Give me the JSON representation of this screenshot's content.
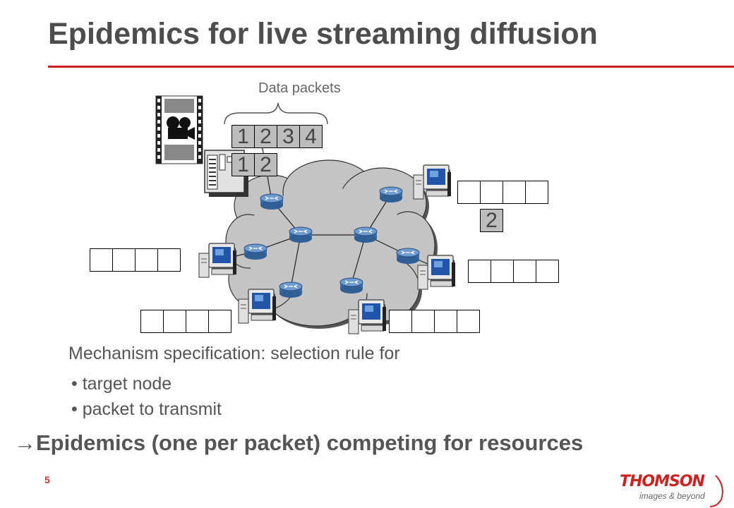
{
  "title": "Epidemics for live streaming diffusion",
  "data_packets_label": "Data packets",
  "source_stream_packets": [
    "1",
    "2",
    "3",
    "4"
  ],
  "source_sent_packets": [
    "1",
    "2"
  ],
  "received_packet": "2",
  "mechanism_text": "Mechanism specification: selection rule for",
  "bullets": [
    "target node",
    "packet to transmit"
  ],
  "conclusion": "Epidemics (one per packet) competing for resources",
  "conclusion_arrow": "→",
  "slide_number": "5",
  "logo": {
    "brand": "THOMSON",
    "tagline": "images & beyond"
  },
  "colors": {
    "title_rule": "#cc2222",
    "packet_fill": "#bdbdbd",
    "cloud_fill": "#c4c4c4"
  }
}
